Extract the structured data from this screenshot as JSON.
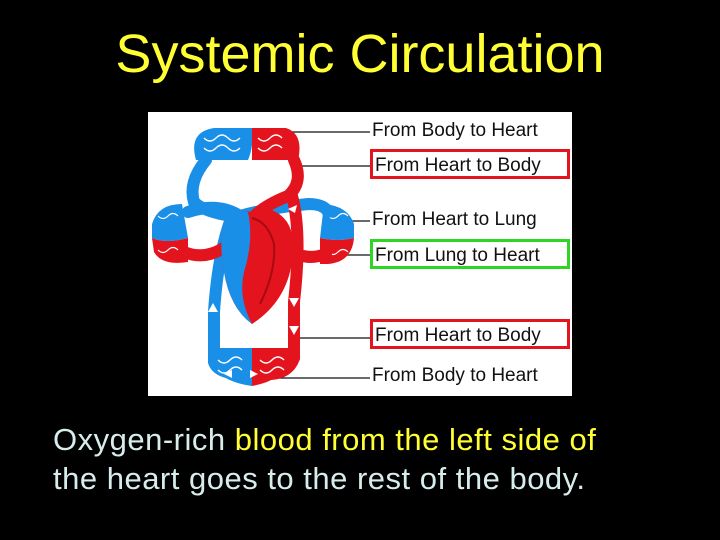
{
  "title": "Systemic Circulation",
  "diagram": {
    "labels": [
      {
        "text": "From Body to Heart",
        "box": "none"
      },
      {
        "text": "From Heart to Body",
        "box": "red"
      },
      {
        "text": "From Heart to Lung",
        "box": "none"
      },
      {
        "text": "From Lung to Heart",
        "box": "green"
      },
      {
        "text": "From Heart to Body",
        "box": "red"
      },
      {
        "text": "From Body to Heart",
        "box": "none"
      }
    ],
    "colors": {
      "oxygenated": "#e3141e",
      "deoxygenated": "#1a8fe8",
      "highlight_red": "#e3141e",
      "highlight_green": "#2fd524"
    }
  },
  "caption": {
    "part1": "Oxygen-rich ",
    "part2": "blood from the left side of",
    "part3": "the heart goes to the rest of the body."
  }
}
